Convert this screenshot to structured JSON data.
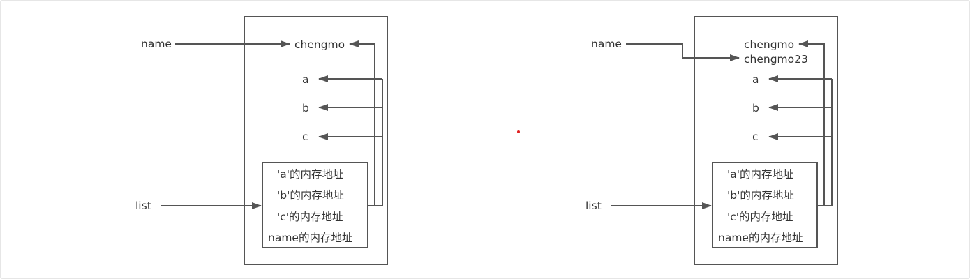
{
  "left_diagram": {
    "name_label": "name",
    "list_label": "list",
    "name_value": "chengmo",
    "items": [
      "a",
      "b",
      "c"
    ],
    "list_slots": [
      "'a'的内存地址",
      "'b'的内存地址",
      "'c'的内存地址",
      "name的内存地址"
    ]
  },
  "right_diagram": {
    "name_label": "name",
    "list_label": "list",
    "old_name_value": "chengmo",
    "new_name_value": "chengmo23",
    "items": [
      "a",
      "b",
      "c"
    ],
    "list_slots": [
      "'a'的内存地址",
      "'b'的内存地址",
      "'c'的内存地址",
      "name的内存地址"
    ]
  },
  "colors": {
    "line": "#555555",
    "text": "#333333",
    "marker": "#e02020"
  }
}
